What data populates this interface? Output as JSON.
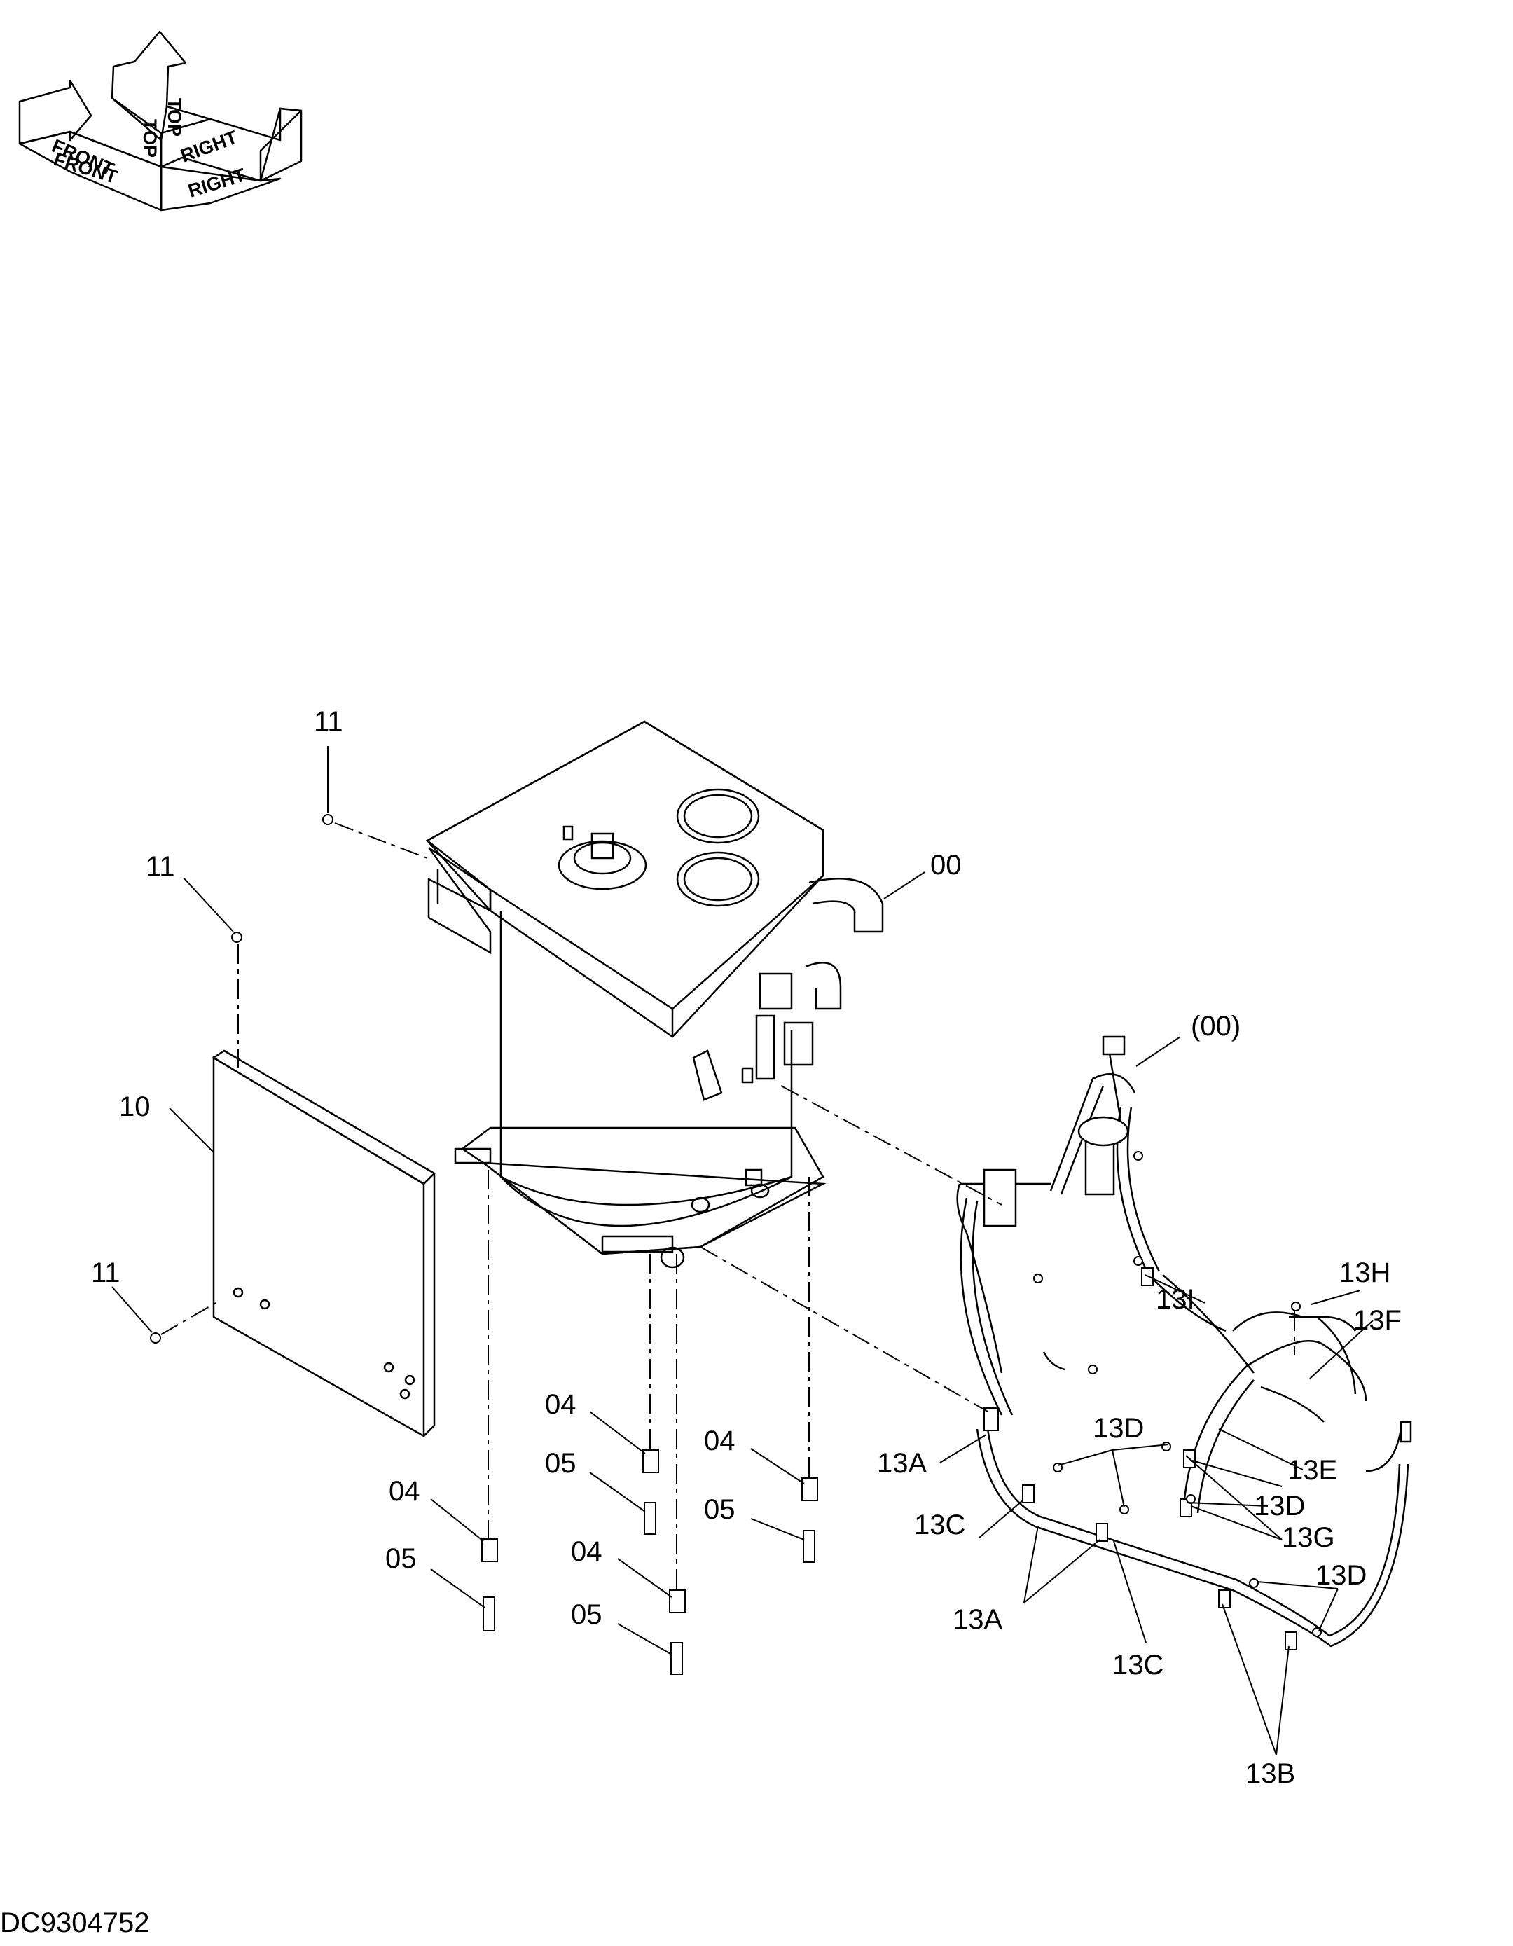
{
  "orientation": {
    "front": "FRONT",
    "top": "TOP",
    "right": "RIGHT"
  },
  "drawing_code": "DC9304752",
  "labels": {
    "l11_top": "11",
    "l11_panel": "11",
    "l11_bottom": "11",
    "l10": "10",
    "l00": "00",
    "l00_paren": "(00)",
    "l04_a": "04",
    "l05_a": "05",
    "l04_b": "04",
    "l05_b": "05",
    "l04_c": "04",
    "l05_c": "05",
    "l04_d": "04",
    "l05_d": "05",
    "l13A_1": "13A",
    "l13A_2": "13A",
    "l13B": "13B",
    "l13C_1": "13C",
    "l13C_2": "13C",
    "l13D_1": "13D",
    "l13D_2": "13D",
    "l13D_3": "13D",
    "l13E": "13E",
    "l13F": "13F",
    "l13G": "13G",
    "l13H": "13H",
    "l13I": "13I"
  }
}
